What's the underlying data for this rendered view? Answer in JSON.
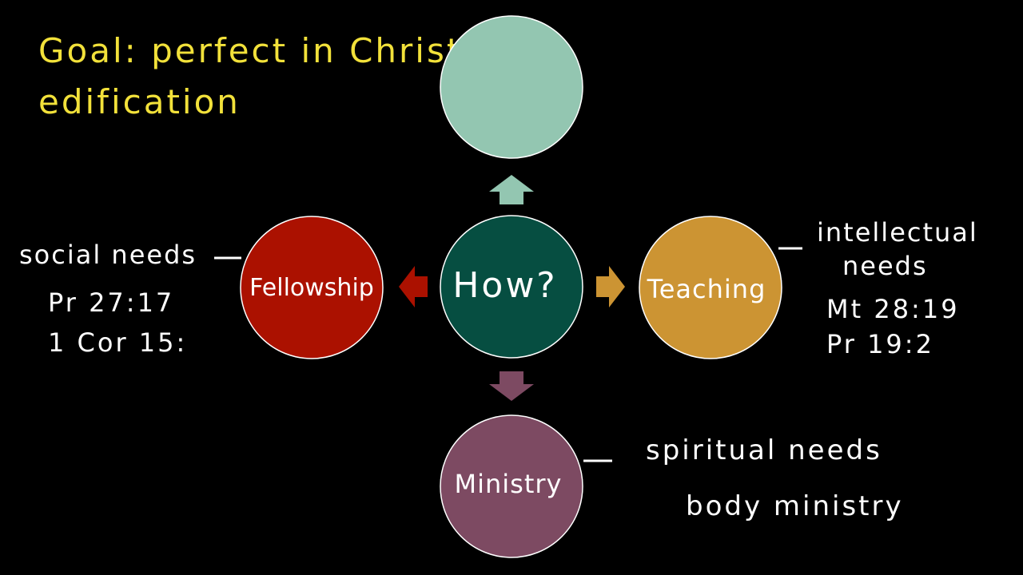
{
  "colors": {
    "background": "#000000",
    "annotation_yellow": "#f2e13a",
    "annotation_white": "#ffffff",
    "top_circle": "#93c6b1",
    "center_circle": "#064e41",
    "left_circle": "#ab1100",
    "right_circle": "#cc9433",
    "bottom_circle": "#7d4a62",
    "circle_stroke": "#ffffff"
  },
  "goal": {
    "line1": "Goal: perfect in Christ",
    "line2": "edification"
  },
  "nodes": {
    "top": {
      "label": ""
    },
    "center": {
      "label": "How?"
    },
    "left": {
      "label": "Fellowship"
    },
    "right": {
      "label": "Teaching"
    },
    "bottom": {
      "label": "Ministry"
    }
  },
  "notes": {
    "left": {
      "need": "social needs",
      "refs": [
        "Pr 27:17",
        "1 Cor 15:"
      ]
    },
    "right": {
      "need_line1": "intellectual",
      "need_line2": "needs",
      "refs": [
        "Mt 28:19",
        "Pr 19:2"
      ]
    },
    "bottom": {
      "line1": "spiritual needs",
      "line2": "body ministry"
    }
  }
}
